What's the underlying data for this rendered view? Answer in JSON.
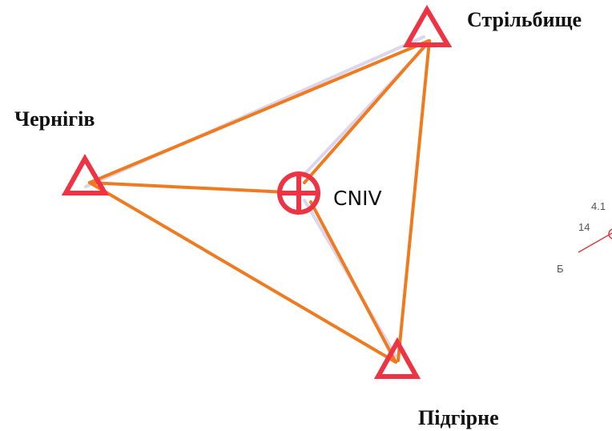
{
  "stations": {
    "top_right": {
      "name": "Стрільбище"
    },
    "left": {
      "name": "Чернігів"
    },
    "bottom": {
      "name": "Підгірне"
    }
  },
  "center": {
    "name": "CNIV"
  },
  "fragment": {
    "label_a": "4.1",
    "label_b": "14",
    "label_c": "Б"
  },
  "colors": {
    "triangle_marker": "#ee3344",
    "baseline": "#f07a1e",
    "baseline_shadow": "#9b87c7",
    "fragment_line": "#e8353b",
    "label_text": "#111111"
  },
  "icons": {
    "station": "triangle-icon",
    "center": "crosshair-circle-icon"
  }
}
